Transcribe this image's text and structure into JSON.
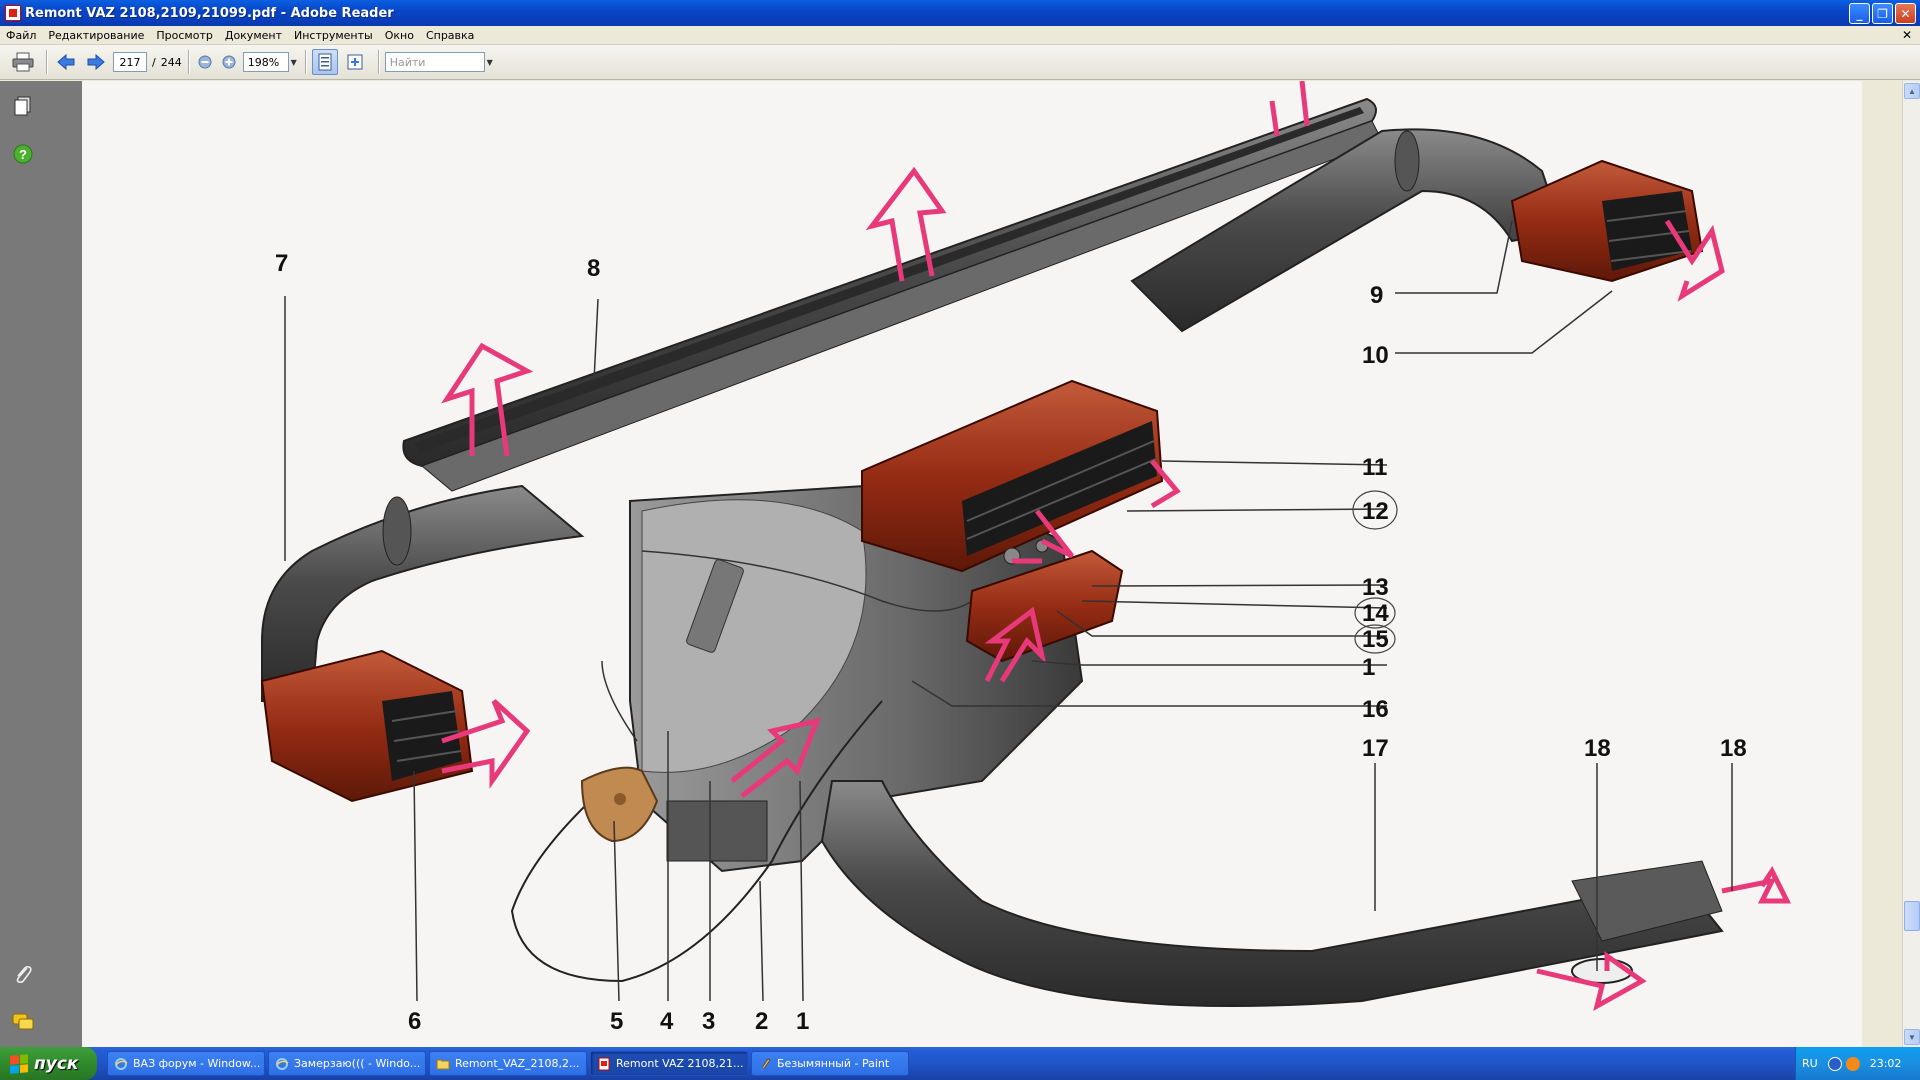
{
  "window": {
    "title": "Remont VAZ 2108,2109,21099.pdf - Adobe Reader",
    "buttons": [
      "_",
      "❐",
      "✕"
    ]
  },
  "menu": {
    "items": [
      "Файл",
      "Редактирование",
      "Просмотр",
      "Документ",
      "Инструменты",
      "Окно",
      "Справка"
    ],
    "close_doc": "✕"
  },
  "toolbar": {
    "current_page": "217",
    "page_separator": "/",
    "total_pages": "244",
    "zoom": "198%",
    "search_placeholder": "Найти"
  },
  "diagram": {
    "labels": {
      "l1a": "1",
      "l1b": "1",
      "l2": "2",
      "l3": "3",
      "l4": "4",
      "l5": "5",
      "l6": "6",
      "l7": "7",
      "l8": "8",
      "l9": "9",
      "l10": "10",
      "l11": "11",
      "l12": "12",
      "l13": "13",
      "l14": "14",
      "l15": "15",
      "l16": "16",
      "l17": "17",
      "l18a": "18",
      "l18b": "18"
    }
  },
  "taskbar": {
    "start_label": "пуск",
    "tasks": [
      {
        "label": "ВАЗ форум - Window...",
        "icon": "ie-icon",
        "active": false
      },
      {
        "label": "Замерзаю((( - Windo...",
        "icon": "ie-icon",
        "active": false
      },
      {
        "label": "Remont_VAZ_2108,2...",
        "icon": "folder-icon",
        "active": false
      },
      {
        "label": "Remont VAZ 2108,21...",
        "icon": "adobe-icon",
        "active": true
      },
      {
        "label": "Безымянный - Paint",
        "icon": "paint-icon",
        "active": false
      }
    ],
    "language": "RU",
    "clock": "23:02"
  },
  "colors": {
    "duct": "#4a4a4a",
    "vent": "#9a2a14",
    "arrow": "#e8397a",
    "titlebar": "#0a46c8"
  }
}
